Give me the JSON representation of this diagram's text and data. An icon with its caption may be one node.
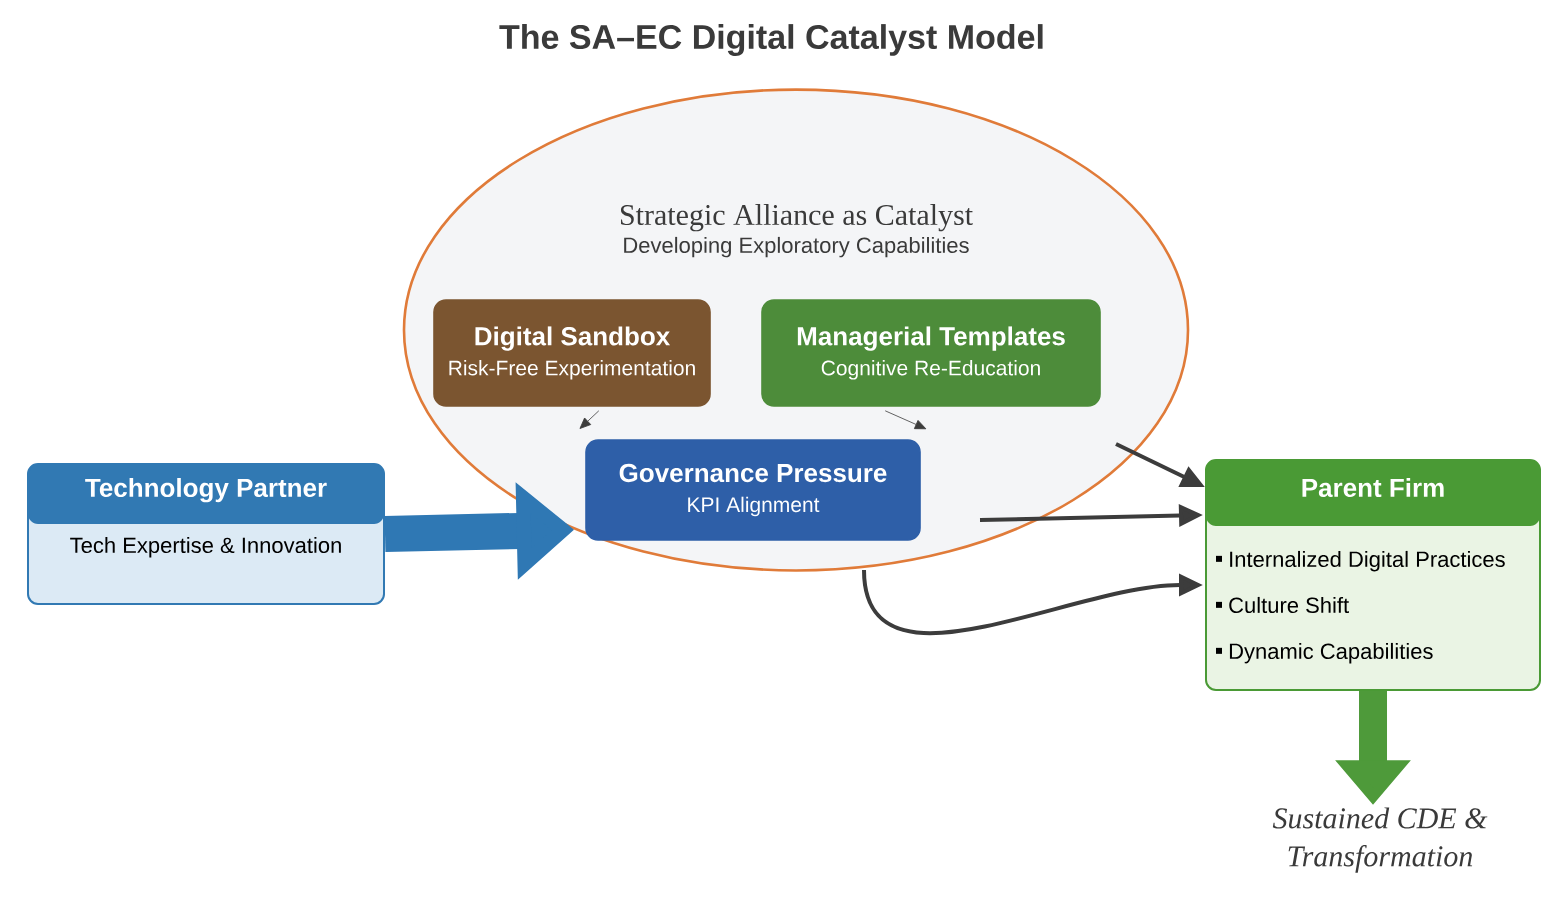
{
  "diagram": {
    "title": "The SA–EC Digital Catalyst Model",
    "nodes": [
      {
        "text": [
          "Strategic Alliance as Catalyst",
          "Developing Exploratory Capabilities"
        ]
      },
      {
        "text": [
          "Digital Sandbox",
          "Risk-Free Experimentation"
        ],
        "in": 0
      },
      {
        "text": [
          "Managerial Templates",
          "Cognitive Re-Education"
        ],
        "in": 0
      },
      {
        "text": [
          "Governance Pressure",
          "KPI Alignment"
        ],
        "in": 0
      },
      {
        "text": [
          "Technology Partner",
          "Tech Expertise & Innovation"
        ]
      },
      {
        "text": [
          "Parent Firm",
          "Internalized Digital Practices",
          "Culture Shift",
          "Dynamic Capabilities"
        ]
      },
      {
        "text": [
          "Sustained CDE & Transformation"
        ]
      }
    ],
    "edges": [
      {
        "from": 1,
        "to": 3,
        "arrow": "to"
      },
      {
        "from": 2,
        "to": 3,
        "arrow": "to"
      },
      {
        "from": 4,
        "to": 0,
        "arrow": "to",
        "style": "thick",
        "color": "#2f78b4"
      },
      {
        "from": 0,
        "to": 5,
        "arrow": "to"
      },
      {
        "from": 0,
        "to": 5,
        "arrow": "to"
      },
      {
        "from": 0,
        "to": 5,
        "arrow": "to"
      },
      {
        "from": 5,
        "to": 6,
        "arrow": "to",
        "style": "thick",
        "color": "#4e9a3a"
      }
    ]
  }
}
